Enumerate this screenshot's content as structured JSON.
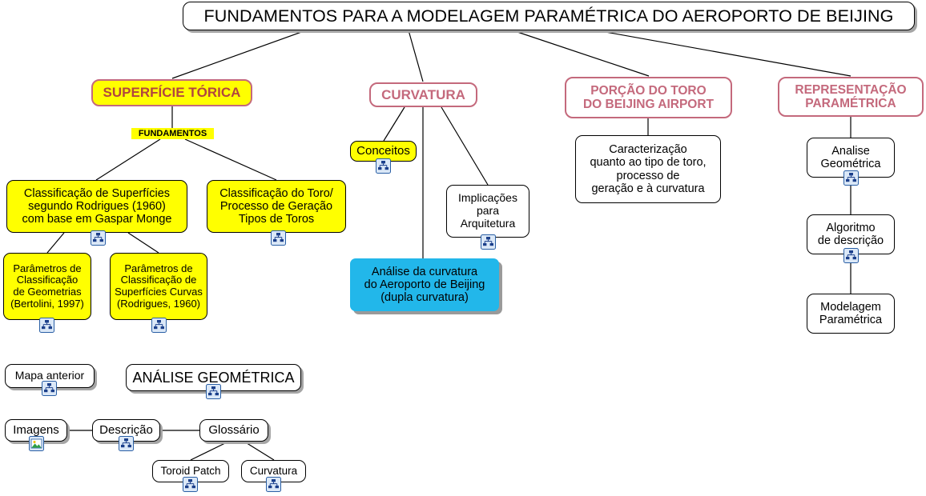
{
  "map": {
    "title": "FUNDAMENTOS PARA A MODELAGEM PARAMÉTRICA DO AEROPORTO DE BEIJING",
    "colors": {
      "yellow": "#ffff00",
      "cyan": "#22b7ea",
      "pink_border": "#c4697c",
      "pink_text": "#c4697c",
      "yellow_node_text": "#b1453f",
      "shadow": "#a5a5a5",
      "line": "#000000",
      "background": "#ffffff"
    },
    "nodes": {
      "superficie_torica": "SUPERFÍCIE TÓRICA",
      "curvatura": "CURVATURA",
      "porcao_toro": "PORÇÃO DO TORO\nDO BEIJING AIRPORT",
      "representacao_parametrica": "REPRESENTAÇÃO\nPARAMÉTRICA",
      "fundamentos_label": "FUNDAMENTOS",
      "classificacao_superficies": "Classificação de Superfícies\nsegundo Rodrigues (1960)\ncom base em Gaspar Monge",
      "classificacao_toro": "Classificação do Toro/\nProcesso de Geração\nTipos de Toros",
      "parametros_geometrias": "Parâmetros de\nClassificação\nde Geometrias\n(Bertolini, 1997)",
      "parametros_superficies": "Parâmetros de\nClassificação de\nSuperfícies Curvas\n(Rodrigues, 1960)",
      "conceitos": "Conceitos",
      "implicacoes": "Implicações\npara\nArquitetura",
      "analise_curvatura": "Análise da curvatura\ndo Aeroporto de Beijing\n(dupla curvatura)",
      "caracterizacao": "Caracterização\nquanto ao tipo de toro,\nprocesso de\ngeração e à curvatura",
      "analise_geometrica_node": "Analise\nGeométrica",
      "algoritmo_descricao": "Algoritmo\nde descrição",
      "modelagem_parametrica": "Modelagem\nParamétrica",
      "mapa_anterior": "Mapa anterior",
      "analise_geometrica_nav": "ANÁLISE GEOMÉTRICA",
      "imagens": "Imagens",
      "descricao": "Descrição",
      "glossario": "Glossário",
      "toroid_patch": "Toroid Patch",
      "curvatura_bottom": "Curvatura"
    },
    "icons": {
      "map_icon": "concept-map-icon",
      "image_icon": "image-thumbnail-icon"
    }
  }
}
